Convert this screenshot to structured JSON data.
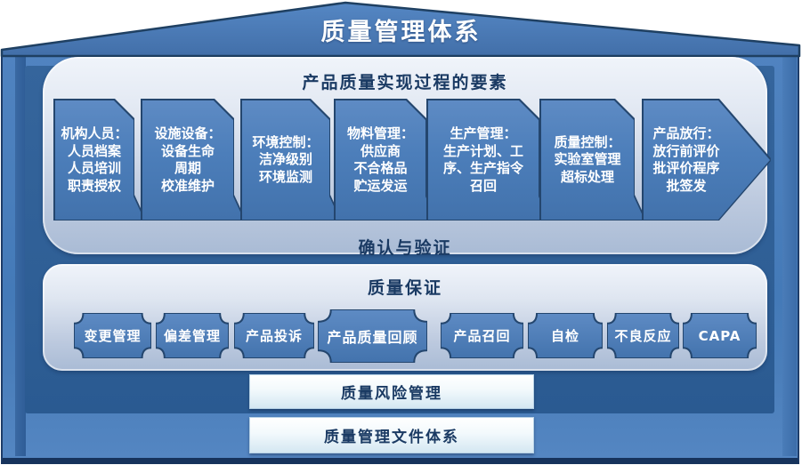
{
  "colors": {
    "accent_blue": "#4f81bd",
    "dark_panel_blue": "#2e5e95",
    "outline_navy": "#24466e",
    "heading_navy": "#1a3a63",
    "light_section_top": "#f0f4fa",
    "light_section_bottom": "#a9bbd5",
    "white_bar_bottom": "#d4e7f2"
  },
  "roof": {
    "title": "质量管理体系"
  },
  "process_section": {
    "title": "产品质量实现过程的要素",
    "footer": "确认与验证",
    "arrows": [
      {
        "text": "机构人员：\n人员档案\n人员培训\n职责授权"
      },
      {
        "text": "设施设备：\n设备生命\n周期\n校准维护"
      },
      {
        "text": "环境控制：\n洁净级别\n环境监测"
      },
      {
        "text": "物料管理：\n供应商\n不合格品\n贮运发运"
      },
      {
        "text": "生产管理：\n生产计划、工\n序、生产指令\n召回"
      },
      {
        "text": "质量控制：\n实验室管理\n超标处理"
      },
      {
        "text": "产品放行：\n放行前评价\n批评价程序\n批签发"
      }
    ]
  },
  "qa_section": {
    "title": "质量保证",
    "badges": [
      {
        "label": "变更管理"
      },
      {
        "label": "偏差管理"
      },
      {
        "label": "产品投诉"
      },
      {
        "label": "产品质量回顾"
      },
      {
        "label": "产品召回"
      },
      {
        "label": "自检"
      },
      {
        "label": "不良反应"
      },
      {
        "label": "CAPA"
      }
    ]
  },
  "risk_bar": {
    "label": "质量风险管理"
  },
  "doc_bar": {
    "label": "质量管理文件体系"
  }
}
